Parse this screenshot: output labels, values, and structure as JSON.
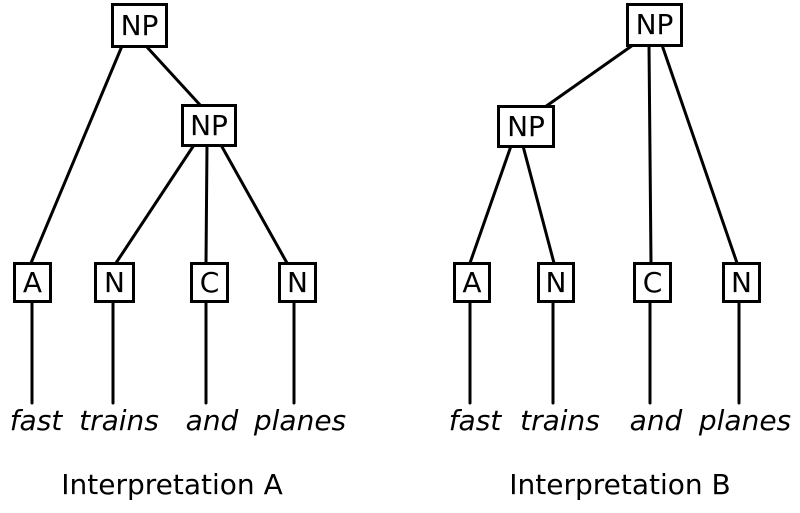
{
  "page": {
    "background_color": "#ffffff",
    "line_color": "#000000"
  },
  "diagram": {
    "phrase": "fast trains and planes",
    "trees": [
      {
        "id": "A",
        "caption": "Interpretation A",
        "nodes": {
          "root": {
            "label": "NP"
          },
          "inner": {
            "label": "NP"
          },
          "leaves": [
            {
              "label": "A"
            },
            {
              "label": "N"
            },
            {
              "label": "C"
            },
            {
              "label": "N"
            }
          ]
        },
        "words": [
          "fast",
          "trains",
          "and",
          "planes"
        ],
        "edges": [
          "root->leaf-A",
          "root->inner-NP",
          "inner-NP->leaf-N1",
          "inner-NP->leaf-C",
          "inner-NP->leaf-N2",
          "leaf-A->fast",
          "leaf-N1->trains",
          "leaf-C->and",
          "leaf-N2->planes"
        ]
      },
      {
        "id": "B",
        "caption": "Interpretation B",
        "nodes": {
          "root": {
            "label": "NP"
          },
          "inner": {
            "label": "NP"
          },
          "leaves": [
            {
              "label": "A"
            },
            {
              "label": "N"
            },
            {
              "label": "C"
            },
            {
              "label": "N"
            }
          ]
        },
        "words": [
          "fast",
          "trains",
          "and",
          "planes"
        ],
        "edges": [
          "root->inner-NP",
          "root->leaf-C",
          "root->leaf-N2",
          "inner-NP->leaf-A",
          "inner-NP->leaf-N1",
          "leaf-A->fast",
          "leaf-N1->trains",
          "leaf-C->and",
          "leaf-N2->planes"
        ]
      }
    ]
  }
}
